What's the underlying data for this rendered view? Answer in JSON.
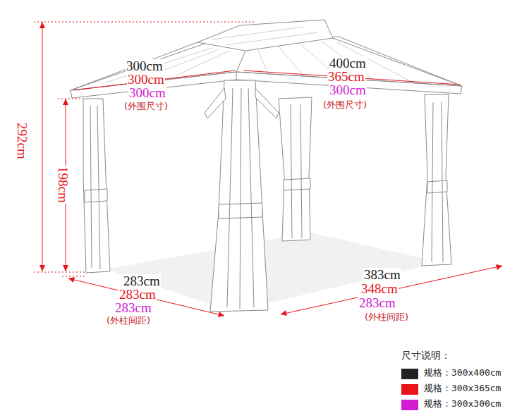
{
  "diagram": {
    "labels": [
      "300cm",
      "300cm",
      "300cm",
      "(外围尺寸)",
      "400cm",
      "365cm",
      "300cm",
      "(外围尺寸)",
      "292cm",
      "198cm",
      "283cm",
      "283cm",
      "283cm",
      "(外柱间距)",
      "383cm",
      "348cm",
      "283cm",
      "(外柱间距)",
      "尺寸说明："
    ],
    "legend": [
      {
        "text": "规格：300x400cm",
        "color": "#222222"
      },
      {
        "text": "规格：300x365cm",
        "color": "#e8141a"
      },
      {
        "text": "规格：300x300cm",
        "color": "#d21bd2"
      }
    ]
  }
}
